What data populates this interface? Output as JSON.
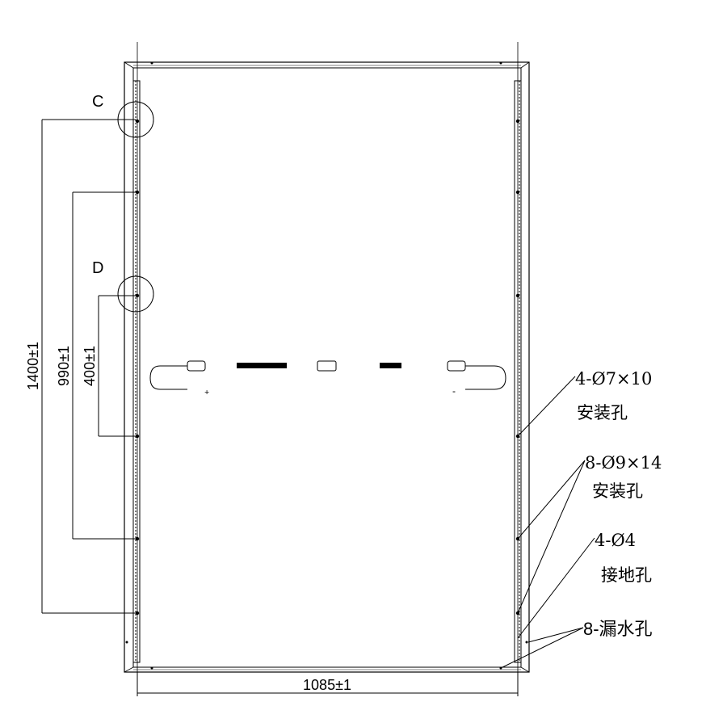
{
  "details": {
    "c": "C",
    "d": "D"
  },
  "dimensions": {
    "d1400": "1400±1",
    "d990": "990±1",
    "d400": "400±1",
    "d1085": "1085±1"
  },
  "cable_marks": {
    "left": "+",
    "right": "-"
  },
  "callouts": {
    "mount_7x10": {
      "spec": "4-Ø7×10",
      "name": "安装孔"
    },
    "mount_9x14": {
      "spec": "8-Ø9×14",
      "name": "安装孔"
    },
    "ground": {
      "spec": "4-Ø4",
      "name": "接地孔"
    },
    "drain": {
      "spec": "8-漏水孔"
    }
  }
}
